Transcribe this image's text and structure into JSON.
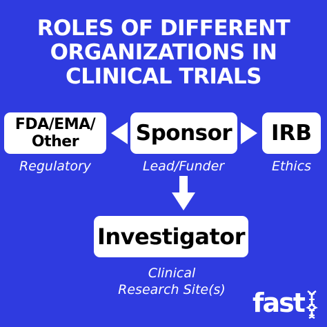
{
  "title_lines": [
    "ROLES OF DIFFERENT",
    "ORGANIZATIONS IN",
    "CLINICAL TRIALS"
  ],
  "nodes": {
    "regulatory": {
      "label_lines": [
        "FDA/EMA/",
        "Other"
      ],
      "role": "Regulatory"
    },
    "sponsor": {
      "label": "Sponsor",
      "role": "Lead/Funder"
    },
    "irb": {
      "label": "IRB",
      "role": "Ethics"
    },
    "investigator": {
      "label": "Investigator",
      "role_lines": [
        "Clinical",
        "Research Site(s)"
      ]
    }
  },
  "edges": [
    {
      "from": "sponsor",
      "to": "regulatory"
    },
    {
      "from": "sponsor",
      "to": "irb"
    },
    {
      "from": "sponsor",
      "to": "investigator"
    }
  ],
  "logo": {
    "text": "fast"
  },
  "colors": {
    "background": "#2f3be0",
    "box": "#ffffff",
    "arrow": "#ffffff",
    "box_text": "#000000",
    "text": "#ffffff"
  }
}
